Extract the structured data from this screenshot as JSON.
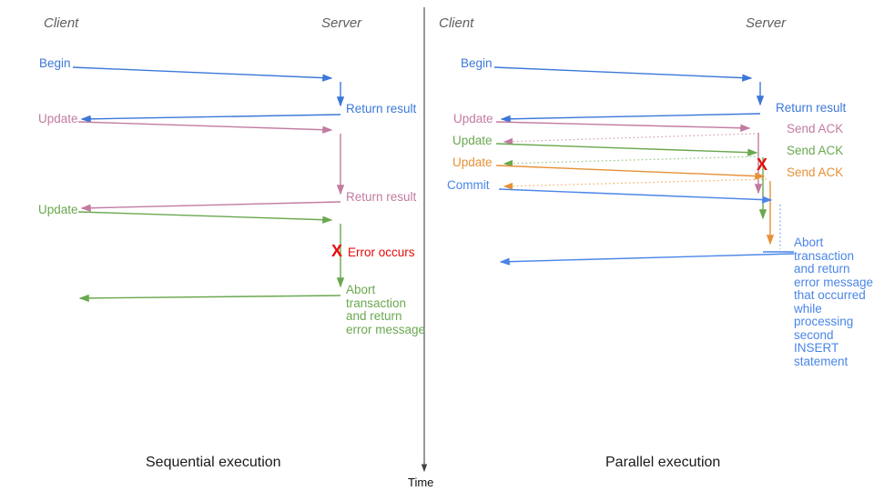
{
  "diagram": {
    "time_axis_label": "Time",
    "colors": {
      "blue": "#3b78d8",
      "light_blue": "#4a86e8",
      "pink": "#c27ba0",
      "green": "#6aa84f",
      "orange": "#e69138",
      "red": "#e60b0b",
      "axis": "#444444"
    },
    "left": {
      "client_header": "Client",
      "server_header": "Server",
      "caption": "Sequential execution",
      "messages": {
        "begin": "Begin",
        "return_result_1": "Return result",
        "update_1": "Update",
        "return_result_2": "Return result",
        "update_2": "Update",
        "error_x": "X",
        "error_occurs": "Error occurs",
        "abort": "Abort\ntransaction\nand return\nerror message"
      }
    },
    "right": {
      "client_header": "Client",
      "server_header": "Server",
      "caption": "Parallel execution",
      "messages": {
        "begin": "Begin",
        "return_result": "Return result",
        "update_1": "Update",
        "send_ack_1": "Send ACK",
        "update_2": "Update",
        "send_ack_2": "Send ACK",
        "update_3": "Update",
        "send_ack_3": "Send ACK",
        "commit": "Commit",
        "error_x": "X",
        "abort": "Abort\ntransaction\nand return\nerror message\nthat occurred\nwhile\nprocessing\nsecond\nINSERT\nstatement"
      }
    }
  }
}
